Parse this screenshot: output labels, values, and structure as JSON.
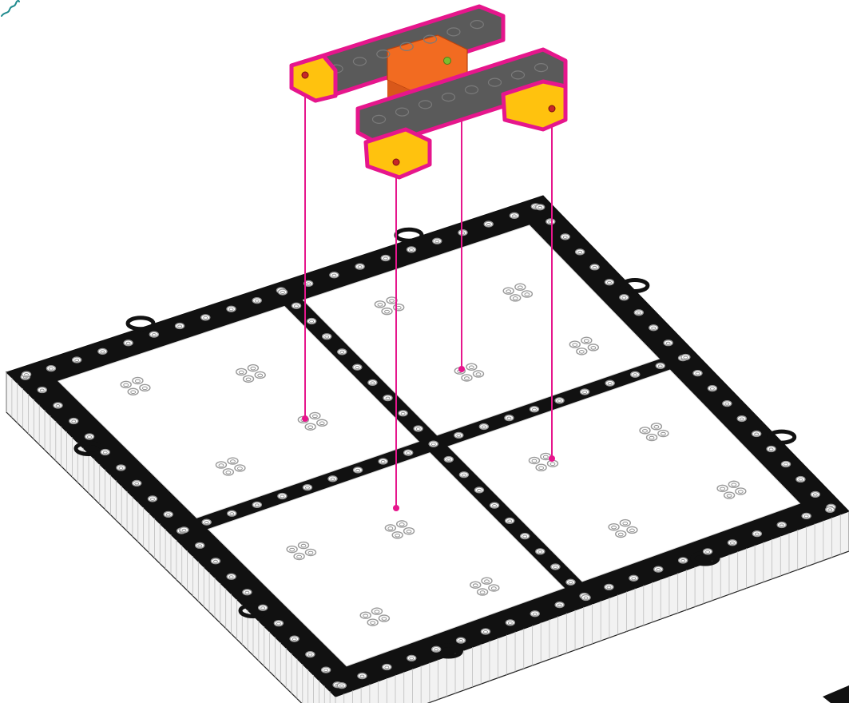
{
  "figure": {
    "kind": "build-instruction-step",
    "description_text": "",
    "callout_icon": "rotation-squiggle-icon",
    "colors": {
      "background": "#ffffff",
      "field_border": "#111111",
      "field_tile": "#ffffff",
      "field_edge": "#e8e8e8",
      "hole_ring": "#8a8a8a",
      "beam_gray": "#5a5a5a",
      "connector_orange": "#f26b21",
      "corner_yellow": "#ffc20e",
      "highlight_magenta": "#e6168c",
      "pin_red": "#c62828",
      "pin_green": "#7cbc2e",
      "callout_teal": "#1f8b8e"
    }
  },
  "assembly": {
    "name": "robot-base",
    "parts": [
      {
        "part": "gray-beam-upper",
        "color": "beam_gray"
      },
      {
        "part": "gray-beam-lower",
        "color": "beam_gray"
      },
      {
        "part": "orange-connector",
        "color": "connector_orange"
      },
      {
        "part": "yellow-corner-connector",
        "count": 3,
        "color": "corner_yellow"
      }
    ],
    "attachment_lines": 4,
    "highlight": "magenta-outline"
  },
  "field": {
    "name": "game-field",
    "tiles": 4,
    "arrangement": "2x2",
    "view": "isometric"
  }
}
